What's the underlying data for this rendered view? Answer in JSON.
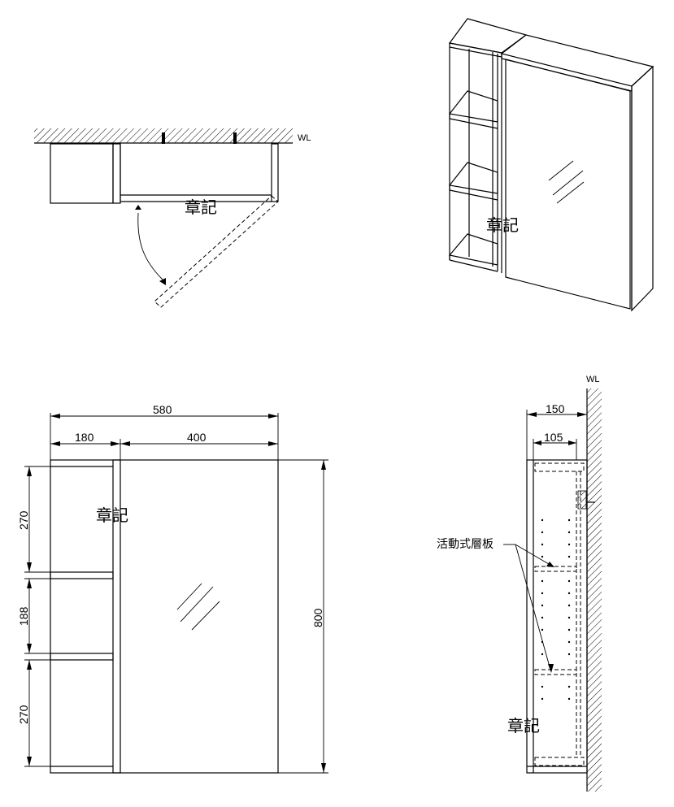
{
  "labels": {
    "wall_top": "WL",
    "wall_side": "WL",
    "mark_plan": "章記",
    "mark_iso": "章記",
    "mark_front": "章記",
    "mark_side": "章記",
    "adjustable_shelf": "活動式層板"
  },
  "dimensions": {
    "total_width": "580",
    "shelf_width": "180",
    "door_width": "400",
    "height": "800",
    "shelf_top": "270",
    "shelf_mid": "188",
    "shelf_bottom": "270",
    "side_depth_total": "150",
    "side_depth_inner": "105"
  },
  "colors": {
    "line": "#000000",
    "background": "#ffffff"
  }
}
